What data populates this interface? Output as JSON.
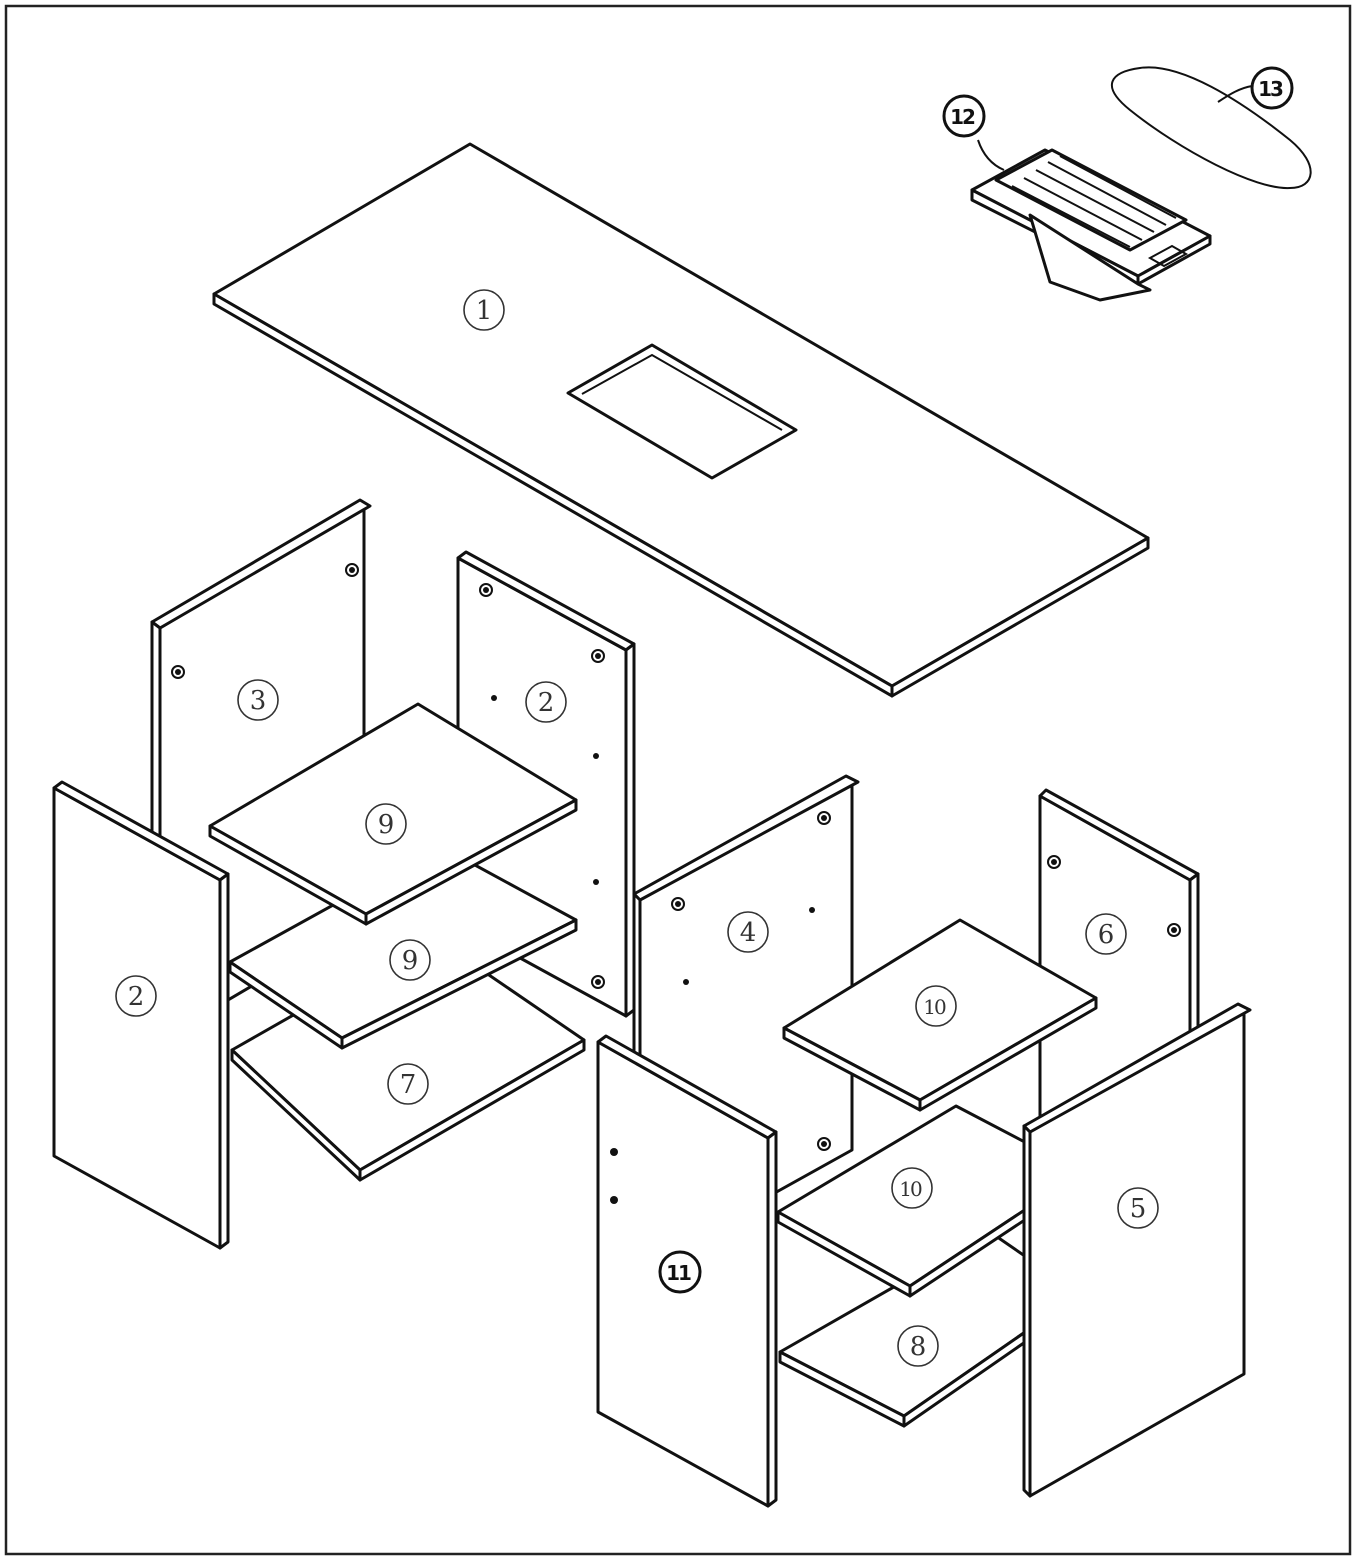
{
  "labels": {
    "p1": "1",
    "p2_front": "2",
    "p2_back": "2",
    "p3": "3",
    "p4": "4",
    "p5": "5",
    "p6": "6",
    "p7": "7",
    "p8": "8",
    "p9_top": "9",
    "p9_mid": "9",
    "p10_top": "10",
    "p10_mid": "10",
    "p11": "11",
    "p12": "12",
    "p13": "13"
  }
}
